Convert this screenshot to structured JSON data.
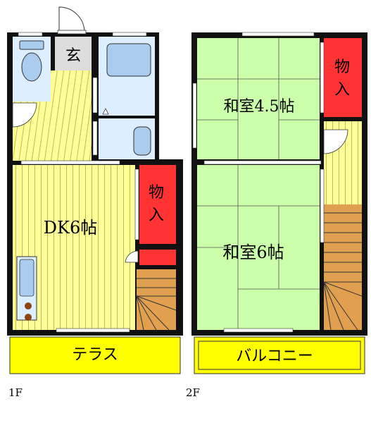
{
  "floors": {
    "first": {
      "label": "1F",
      "rooms": {
        "entrance": "玄",
        "dk": "DK6帖",
        "storage": "物\n入",
        "terrace": "テラス"
      }
    },
    "second": {
      "label": "2F",
      "rooms": {
        "washitsu_small": "和室4.5帖",
        "washitsu_large": "和室6帖",
        "storage": "物\n入",
        "balcony": "バルコニー"
      }
    }
  },
  "colors": {
    "wall": "#111111",
    "floor_yellow": "#ffff99",
    "floor_stripe": "#c8b850",
    "tatami_green": "#ccffaa",
    "storage_red": "#ff3333",
    "bath_blue": "#ddeeff",
    "stairs_orange": "#e0a050",
    "terrace_yellow": "#ffff00",
    "entrance_gray": "#dddddd"
  }
}
